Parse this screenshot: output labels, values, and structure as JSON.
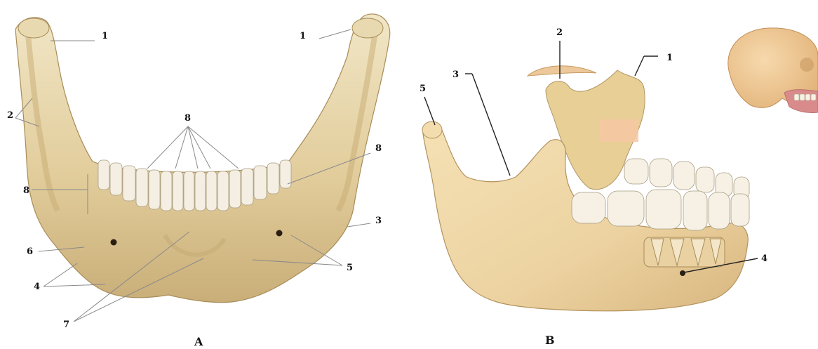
{
  "panel_a": {
    "caption": "A",
    "labels": [
      "1",
      "1",
      "2",
      "8",
      "8",
      "8",
      "6",
      "4",
      "7",
      "3",
      "5"
    ]
  },
  "panel_b": {
    "caption": "B",
    "labels": [
      "2",
      "1",
      "3",
      "5",
      "4"
    ]
  },
  "colors": {
    "bone_light": "#eadcb4",
    "bone_mid": "#d9c08a",
    "bone_shadow": "#b69a63",
    "tooth": "#f4efe2",
    "gum": "#d98b8b",
    "skull": "#efc48f"
  }
}
